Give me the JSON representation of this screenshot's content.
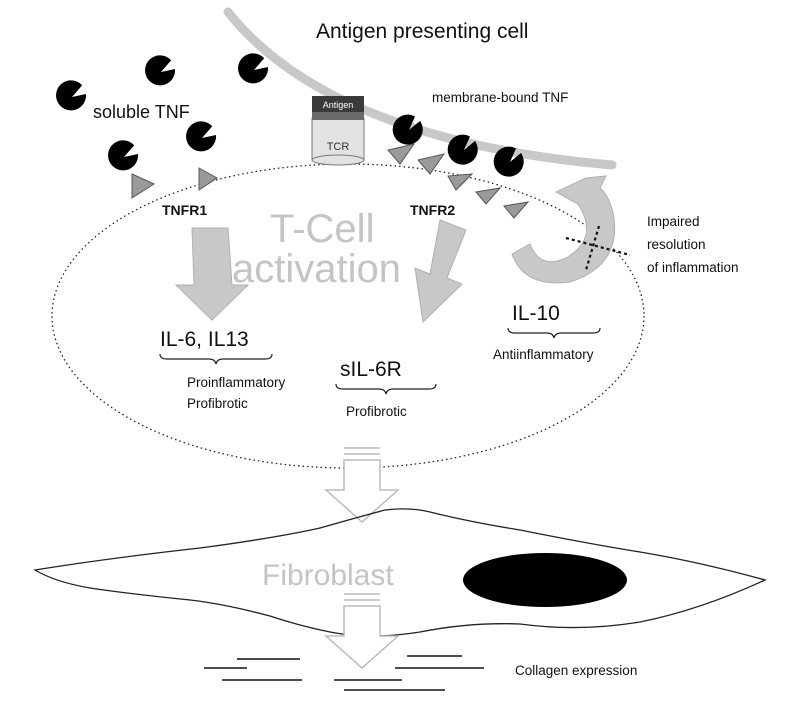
{
  "labels": {
    "apc": "Antigen presenting cell",
    "soluble_tnf": "soluble TNF",
    "membrane_tnf": "membrane-bound TNF",
    "antigen": "Antigen",
    "tcr": "TCR",
    "tnfr1": "TNFR1",
    "tnfr2": "TNFR2",
    "tcell_line1": "T-Cell",
    "tcell_line2": "activation",
    "impaired_line1": "Impaired",
    "impaired_line2": "resolution",
    "impaired_line3": "of inflammation",
    "il6_il13": "IL-6, IL13",
    "proinflammatory": "Proinflammatory",
    "profibrotic_1": "Profibrotic",
    "sil6r": "sIL-6R",
    "profibrotic_2": "Profibrotic",
    "il10": "IL-10",
    "antiinflammatory": "Antiinflammatory",
    "fibroblast": "Fibroblast",
    "collagen": "Collagen expression"
  },
  "colors": {
    "arrow_fill": "#c8c8c8",
    "receptor_fill": "#9a9a9a",
    "tnf_fill": "#000000",
    "membrane": "#c8c8c8",
    "faded_text": "#c4c4c4"
  }
}
